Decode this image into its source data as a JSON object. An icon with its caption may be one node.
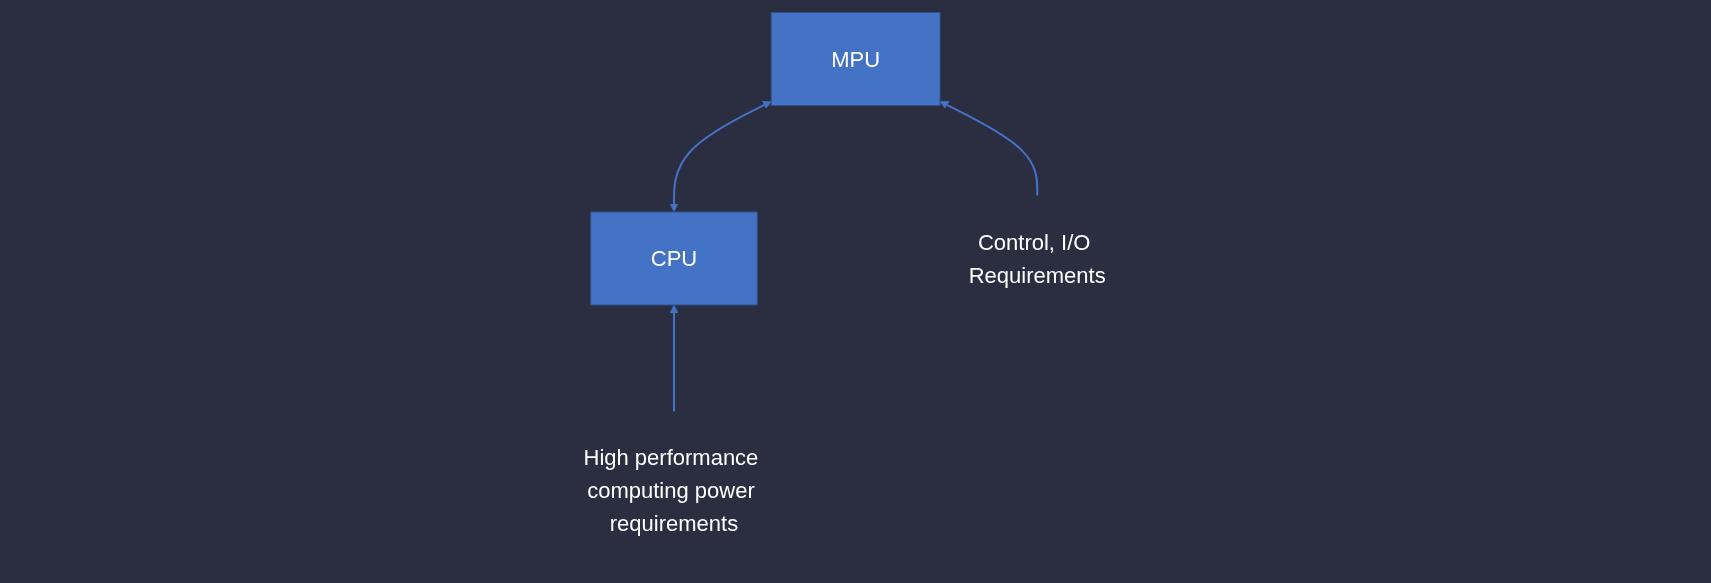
{
  "diagram": {
    "nodes": [
      {
        "text": [
          "CPU"
        ]
      },
      {
        "text": [
          "MPU"
        ]
      },
      {
        "text": [
          "High performance computing power requirements"
        ]
      },
      {
        "text": [
          "Control, I/O Requirements"
        ]
      }
    ],
    "edges": [
      {
        "from": 0,
        "to": 1,
        "arrow": "both"
      },
      {
        "from": 2,
        "to": 0,
        "arrow": "to"
      },
      {
        "from": 3,
        "to": 1,
        "arrow": "to"
      }
    ]
  }
}
